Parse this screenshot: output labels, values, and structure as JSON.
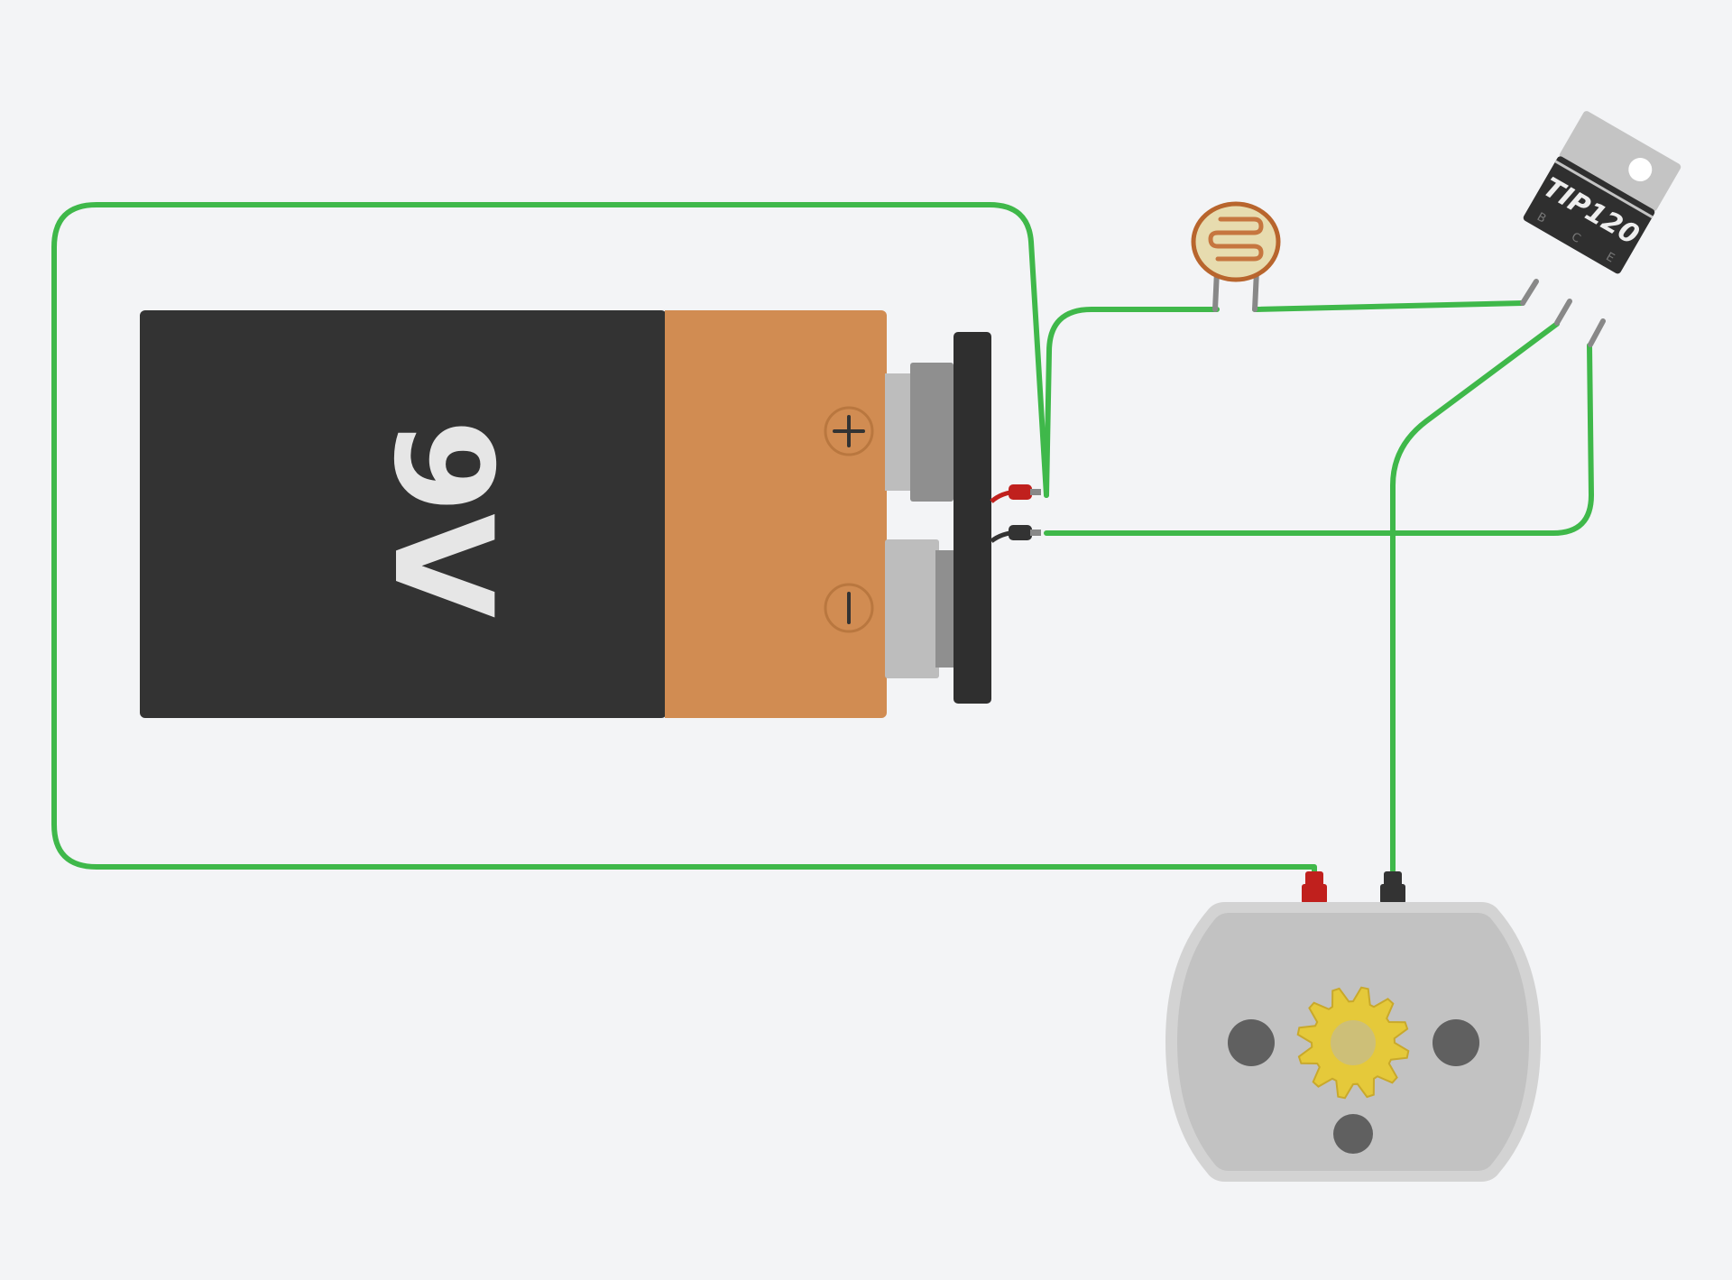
{
  "battery": {
    "label": "9V",
    "plus_symbol": "+",
    "minus_symbol": "−",
    "colors": {
      "body": "#333333",
      "band": "#d18c52",
      "terminal": "#bdbdbd",
      "clip": "#2f2f2f"
    }
  },
  "transistor": {
    "label": "TIP120",
    "pins": {
      "base": "B",
      "collector": "C",
      "emitter": "E"
    },
    "colors": {
      "tab": "#c4c4c4",
      "body": "#2f2f2f"
    }
  },
  "photoresistor": {
    "icon": "ldr-icon",
    "colors": {
      "rim": "#b8652d",
      "face": "#e7dcaf"
    }
  },
  "motor": {
    "icon": "dc-motor-icon",
    "colors": {
      "housing": "#c2c2c2",
      "gear": "#e5c93a",
      "holes": "#606060"
    }
  },
  "wires": {
    "color": "#3fb84a",
    "lead_red": "#c0201d",
    "lead_black": "#333333"
  }
}
